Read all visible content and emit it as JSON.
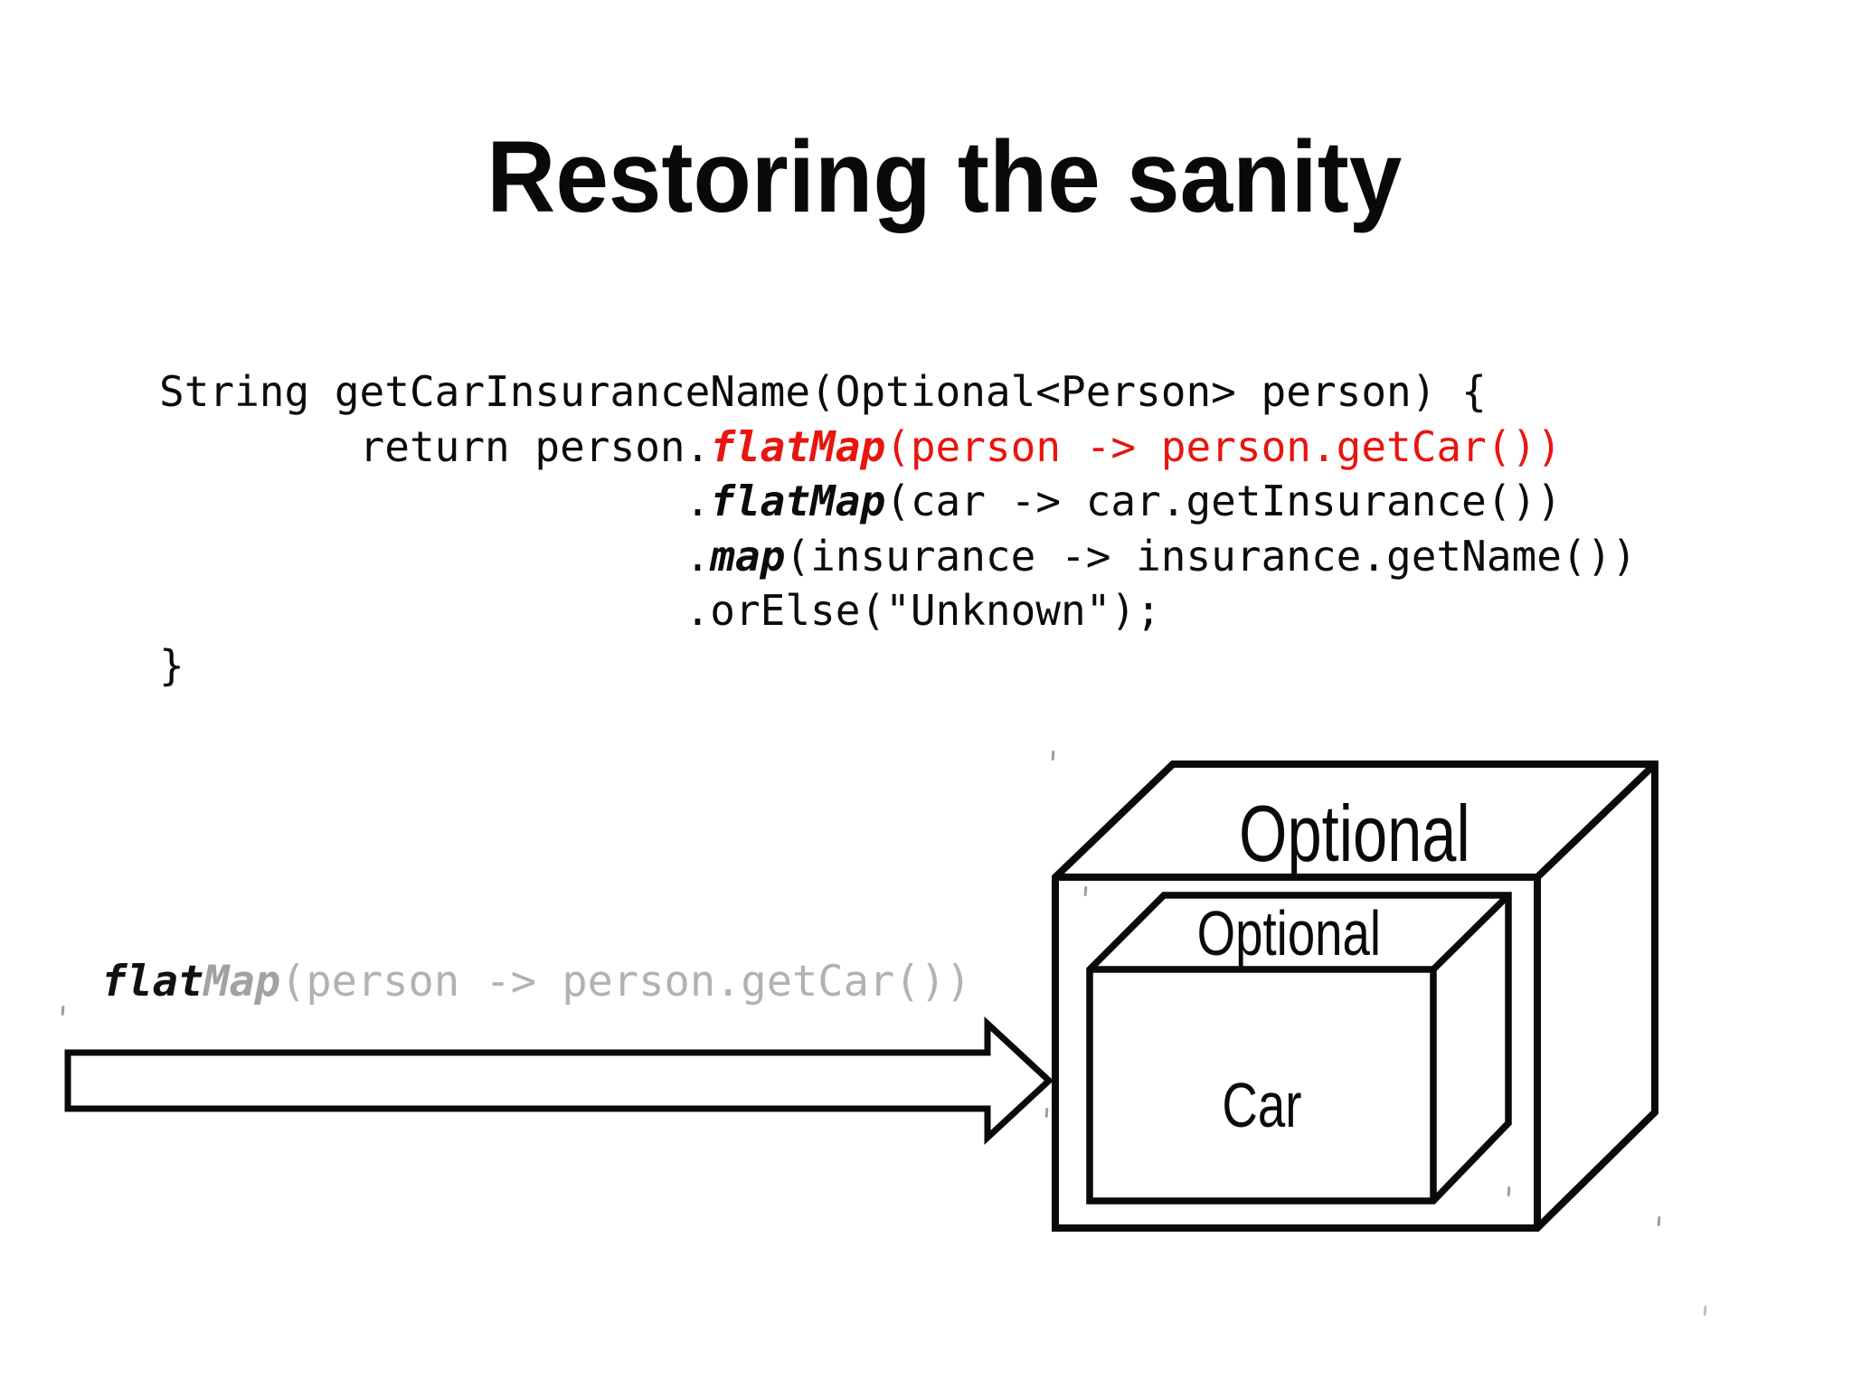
{
  "title": {
    "text": "Restoring the sanity"
  },
  "code": {
    "line1": "String getCarInsuranceName(Optional<Person> person) {",
    "line2": {
      "plain": "        return person.",
      "method": "flatMap",
      "args": "(person -> person.getCar())"
    },
    "line3": {
      "plain": "                     .",
      "method": "flatMap",
      "args": "(car -> car.getInsurance())"
    },
    "line4": {
      "plain": "                     .",
      "method": "map",
      "args": "(insurance -> insurance.getName())"
    },
    "line5": "                     .orElse(\"Unknown\");",
    "line6": "}"
  },
  "caption": {
    "flat": "flat",
    "map": "Map",
    "args": "(person -> person.getCar())"
  },
  "diagram": {
    "outer_box_label": "Optional",
    "inner_box_label": "Optional",
    "inner_front_label": "Car"
  },
  "colors": {
    "highlight_red": "#e8150f",
    "caption_gray_bold": "#a2a2a2",
    "caption_gray": "#b2b2b2",
    "ink_black": "#0b0b0b"
  }
}
